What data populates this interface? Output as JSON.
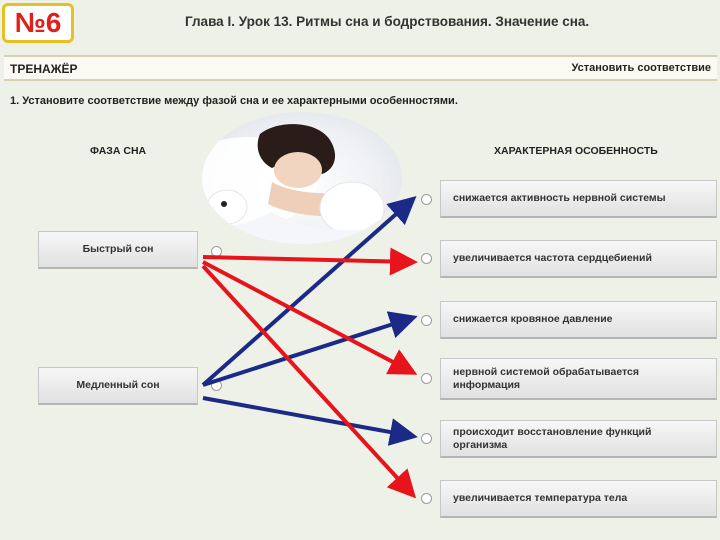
{
  "badge": "№6",
  "lesson_title": "Глава I. Урок 13. Ритмы сна и бодрствования. Значение сна.",
  "trainer": {
    "label": "ТРЕНАЖЁР",
    "mode": "Установить соответствие"
  },
  "question": "1. Установите соответствие между фазой сна и ее характерными особенностями.",
  "columns": {
    "left": "ФАЗА СНА",
    "right": "ХАРАКТЕРНАЯ ОСОБЕННОСТЬ"
  },
  "phases": [
    "Быстрый сон",
    "Медленный сон"
  ],
  "features": [
    "снижается активность нервной системы",
    "увеличивается частота сердцебиений",
    "снижается кровяное давление",
    "нервной системой обрабатывается информация",
    "происходит восстановление функций организма",
    "увеличивается температура тела"
  ],
  "colors": {
    "fast_sleep_arrow": "#e8141c",
    "slow_sleep_arrow": "#1a2a86"
  }
}
